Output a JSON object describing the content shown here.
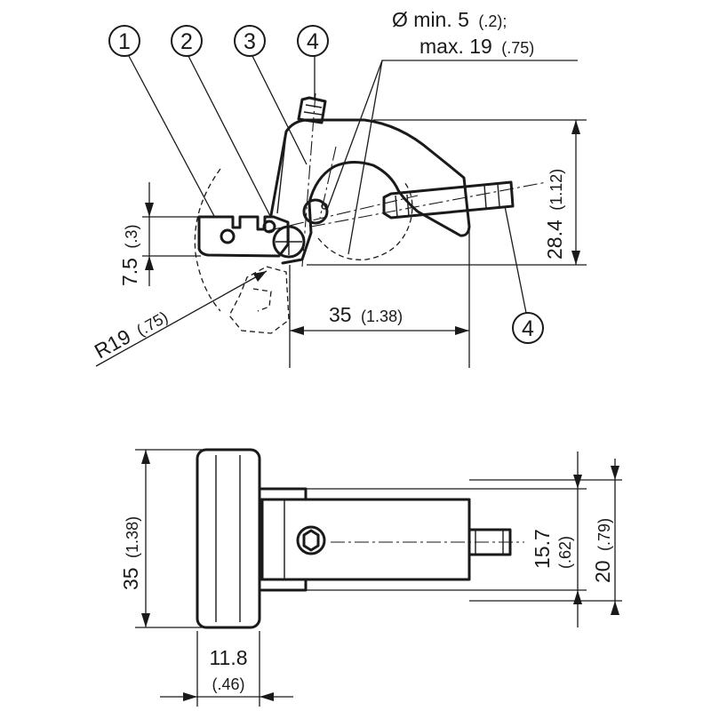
{
  "drawing": {
    "callouts": {
      "c1": "1",
      "c2": "2",
      "c3": "3",
      "c4_top": "4",
      "c4_right": "4"
    },
    "diameter_note": {
      "line1_main": "Ø min. 5",
      "line1_sub": "(.2);",
      "line2_main": "max. 19",
      "line2_sub": "(.75)"
    },
    "side_view": {
      "dim_7_5_main": "7.5",
      "dim_7_5_sub": "(.3)",
      "dim_radius_main": "R19",
      "dim_radius_sub": "(.75)",
      "dim_35_main": "35",
      "dim_35_sub": "(1.38)",
      "dim_28_4_main": "28.4",
      "dim_28_4_sub": "(1.12)"
    },
    "top_view": {
      "dim_35_main": "35",
      "dim_35_sub": "(1.38)",
      "dim_11_8_main": "11.8",
      "dim_11_8_sub": "(.46)",
      "dim_15_7_main": "15.7",
      "dim_15_7_sub": "(.62)",
      "dim_20_main": "20",
      "dim_20_sub": "(.79)"
    }
  }
}
